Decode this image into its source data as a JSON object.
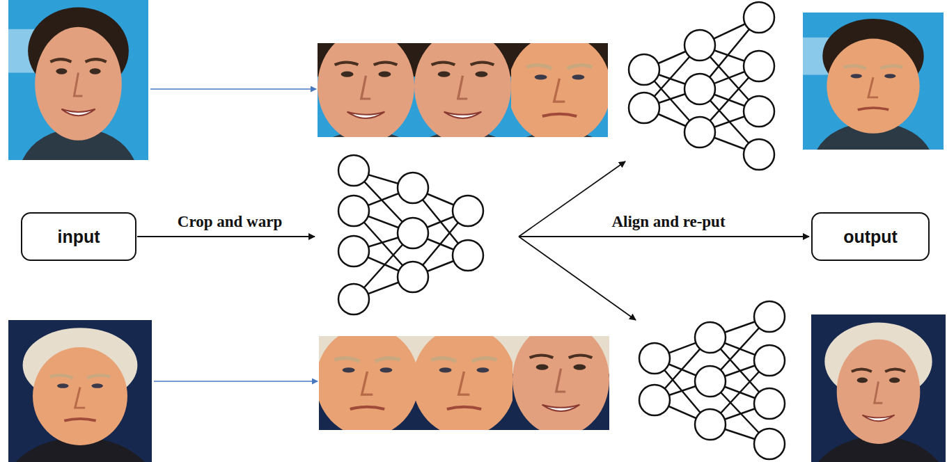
{
  "diagram": {
    "nodes": [
      {
        "text": [
          "input"
        ]
      },
      {
        "text": [
          "output"
        ]
      }
    ],
    "labels": [
      "Crop and warp",
      "Align and re-put"
    ]
  }
}
